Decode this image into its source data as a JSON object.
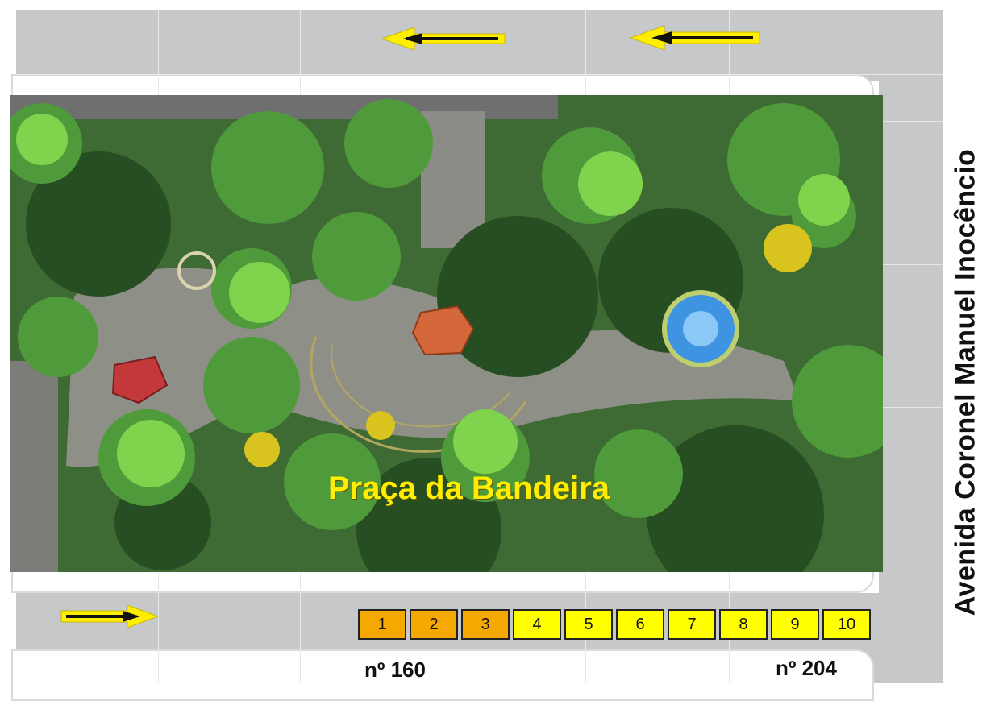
{
  "park": {
    "name": "Praça da Bandeira"
  },
  "street": {
    "name": "Avenida Coronel Manuel Inocêncio"
  },
  "parking": {
    "slots": [
      {
        "label": "1",
        "color": "#f5a800"
      },
      {
        "label": "2",
        "color": "#f5a800"
      },
      {
        "label": "3",
        "color": "#f5a800"
      },
      {
        "label": "4",
        "color": "#ffff00"
      },
      {
        "label": "5",
        "color": "#ffff00"
      },
      {
        "label": "6",
        "color": "#ffff00"
      },
      {
        "label": "7",
        "color": "#ffff00"
      },
      {
        "label": "8",
        "color": "#ffff00"
      },
      {
        "label": "9",
        "color": "#ffff00"
      },
      {
        "label": "10",
        "color": "#ffff00"
      }
    ],
    "start_number": "nº 160",
    "end_number": "nº 204"
  },
  "arrows": {
    "top_direction": "left",
    "bottom_direction": "right",
    "color": "#ffee00"
  }
}
